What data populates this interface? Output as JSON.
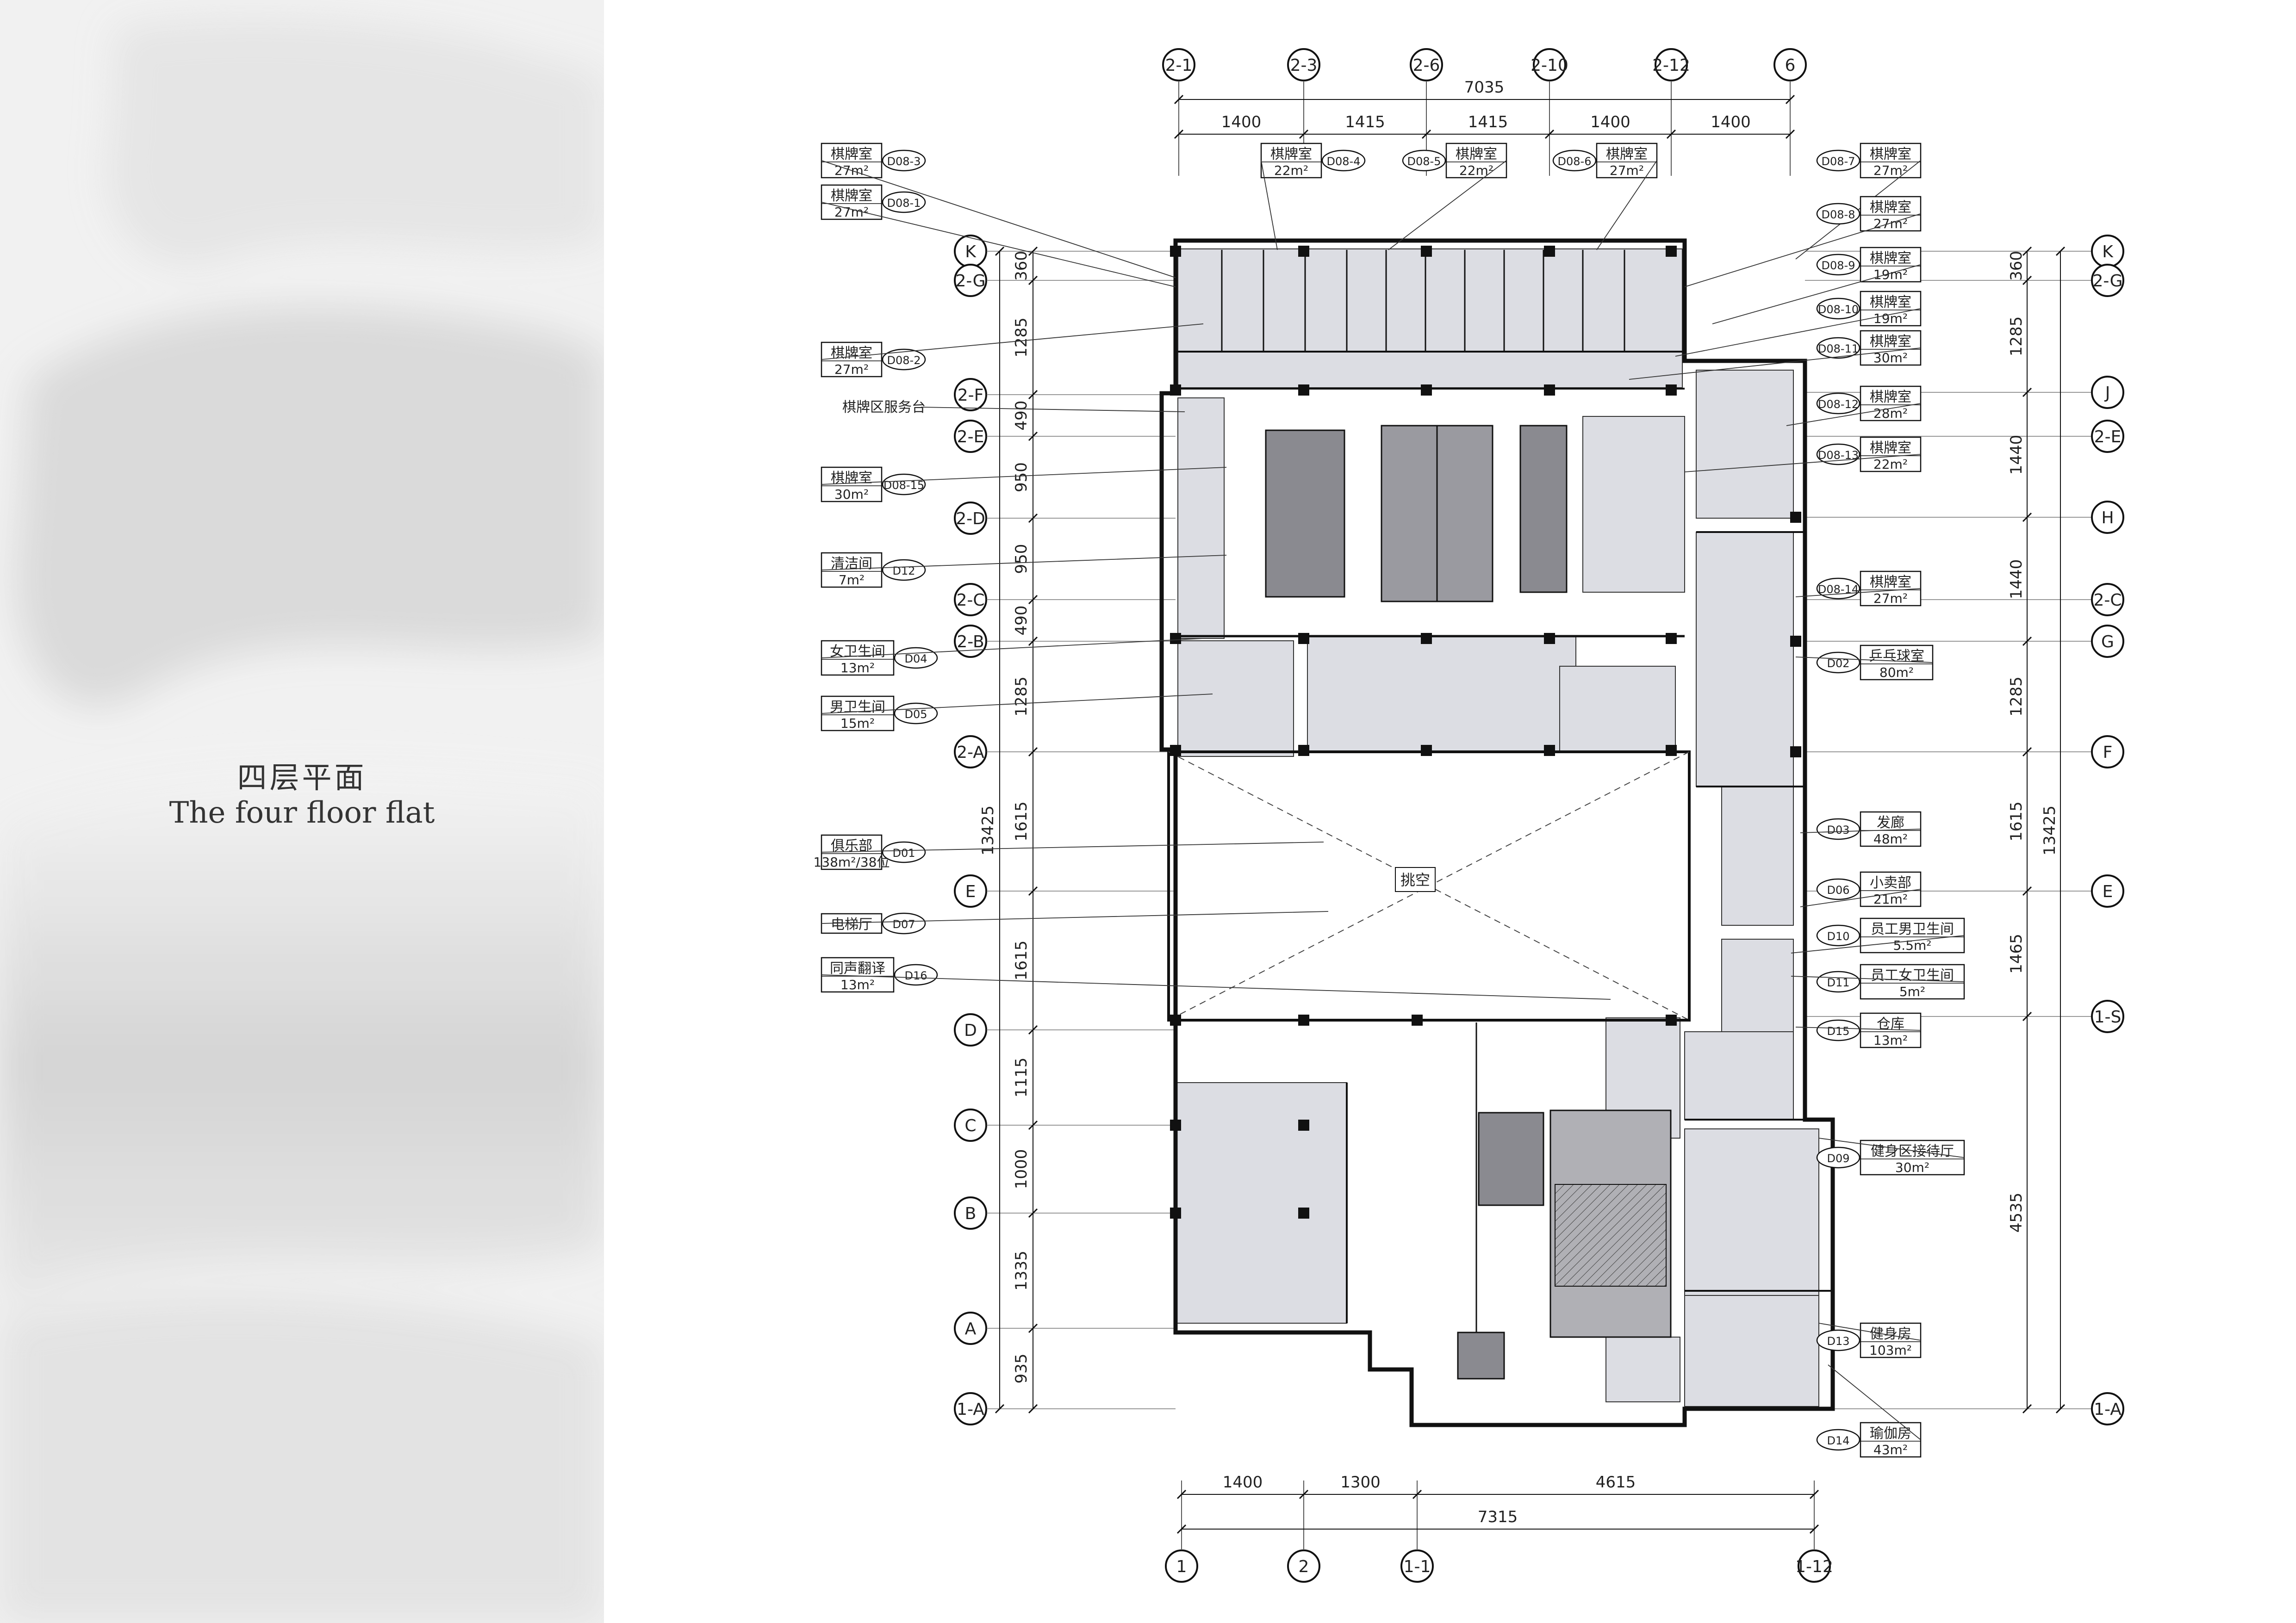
{
  "title": {
    "zh": "四层平面",
    "en": "The four floor flat"
  },
  "grid": {
    "top": [
      "2-1",
      "2-3",
      "2-6",
      "2-10",
      "2-12",
      "6"
    ],
    "bottom": [
      "1",
      "2",
      "1-1",
      "1-12"
    ],
    "left": [
      "K",
      "2-G",
      "2-F",
      "2-E",
      "2-D",
      "2-C",
      "2-B",
      "2-A",
      "E",
      "D",
      "C",
      "B",
      "A",
      "1-A"
    ],
    "right": [
      "K",
      "2-G",
      "J",
      "2-E",
      "H",
      "2-C",
      "G",
      "F",
      "E",
      "1-S",
      "1-A"
    ]
  },
  "dims": {
    "top_total": "7035",
    "top": [
      "1400",
      "1415",
      "1415",
      "1400",
      "1400"
    ],
    "bottom": [
      "1400",
      "1300",
      "4615"
    ],
    "bottom_total": "7315",
    "left": [
      "360",
      "1285",
      "490",
      "950",
      "950",
      "490",
      "1285",
      "1615",
      "1615",
      "1115",
      "1000",
      "1335",
      "935"
    ],
    "left_total": "13425",
    "right": [
      "360",
      "1285",
      "1440",
      "1440",
      "1285",
      "1615",
      "1465",
      "4535"
    ],
    "right_total": "13425"
  },
  "tags_left": [
    {
      "code": "D08-3",
      "name": "棋牌室",
      "area": "27m²"
    },
    {
      "code": "D08-1",
      "name": "棋牌室",
      "area": "27m²"
    },
    {
      "code": "D08-2",
      "name": "棋牌室",
      "area": "27m²"
    },
    {
      "code": "",
      "name": "棋牌区服务台",
      "area": ""
    },
    {
      "code": "D08-15",
      "name": "棋牌室",
      "area": "30m²"
    },
    {
      "code": "D12",
      "name": "清洁间",
      "area": "7m²"
    },
    {
      "code": "D04",
      "name": "女卫生间",
      "area": "13m²"
    },
    {
      "code": "D05",
      "name": "男卫生间",
      "area": "15m²"
    },
    {
      "code": "D01",
      "name": "俱乐部",
      "area": "138m²/38位"
    },
    {
      "code": "D07",
      "name": "电梯厅",
      "area": ""
    },
    {
      "code": "D16",
      "name": "同声翻译",
      "area": "13m²"
    }
  ],
  "tags_top": [
    {
      "code": "D08-4",
      "name": "棋牌室",
      "area": "22m²"
    },
    {
      "code": "D08-5",
      "name": "棋牌室",
      "area": "22m²"
    },
    {
      "code": "D08-6",
      "name": "棋牌室",
      "area": "27m²"
    }
  ],
  "tags_right": [
    {
      "code": "D08-7",
      "name": "棋牌室",
      "area": "27m²"
    },
    {
      "code": "D08-8",
      "name": "棋牌室",
      "area": "27m²"
    },
    {
      "code": "D08-9",
      "name": "棋牌室",
      "area": "19m²"
    },
    {
      "code": "D08-10",
      "name": "棋牌室",
      "area": "19m²"
    },
    {
      "code": "D08-11",
      "name": "棋牌室",
      "area": "30m²"
    },
    {
      "code": "D08-12",
      "name": "棋牌室",
      "area": "28m²"
    },
    {
      "code": "D08-13",
      "name": "棋牌室",
      "area": "22m²"
    },
    {
      "code": "D08-14",
      "name": "棋牌室",
      "area": "27m²"
    },
    {
      "code": "D02",
      "name": "乒乓球室",
      "area": "80m²"
    },
    {
      "code": "D03",
      "name": "发廊",
      "area": "48m²"
    },
    {
      "code": "D06",
      "name": "小卖部",
      "area": "21m²"
    },
    {
      "code": "D10",
      "name": "员工男卫生间",
      "area": "5.5m²"
    },
    {
      "code": "D11",
      "name": "员工女卫生间",
      "area": "5m²"
    },
    {
      "code": "D15",
      "name": "仓库",
      "area": "13m²"
    },
    {
      "code": "D09",
      "name": "健身区接待厅",
      "area": "30m²"
    },
    {
      "code": "D13",
      "name": "健身房",
      "area": "103m²"
    },
    {
      "code": "D14",
      "name": "瑜伽房",
      "area": "43m²"
    }
  ],
  "void_label": "挑空",
  "colors": {
    "line": "#111111",
    "room_fill": "#dcdde3",
    "core_fill": "#8a8a90",
    "wash": "#c9c9c9"
  }
}
